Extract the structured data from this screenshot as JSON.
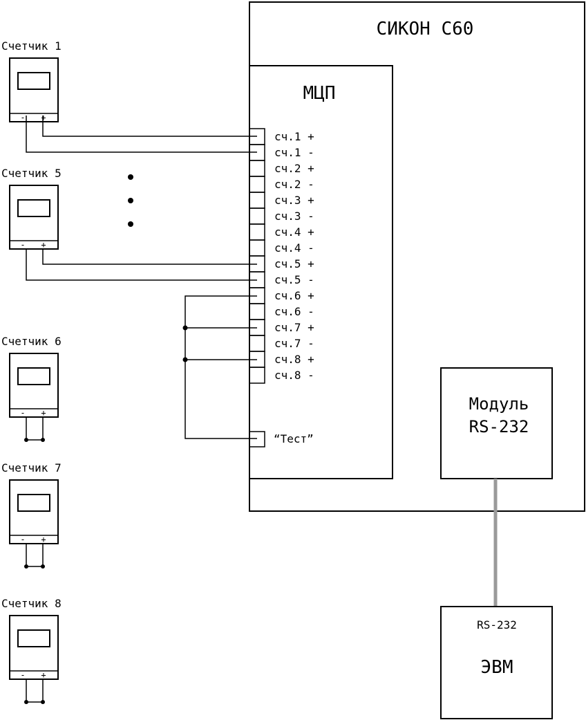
{
  "sikon": {
    "title": "СИКОН С60"
  },
  "mcp": {
    "title": "МЦП",
    "terminals": [
      "сч.1 +",
      "сч.1 -",
      "сч.2 +",
      "сч.2 -",
      "сч.3 +",
      "сч.3 -",
      "сч.4 +",
      "сч.4 -",
      "сч.5 +",
      "сч.5 -",
      "сч.6 +",
      "сч.6 -",
      "сч.7 +",
      "сч.7 -",
      "сч.8 +",
      "сч.8 -"
    ],
    "test_label": "“Тест”"
  },
  "module": {
    "line1": "Модуль",
    "line2": "RS-232"
  },
  "evm": {
    "port": "RS-232",
    "title": "ЭВМ"
  },
  "meters": [
    {
      "label": "Счетчик 1",
      "minus": "-",
      "plus": "+"
    },
    {
      "label": "Счетчик 5",
      "minus": "-",
      "plus": "+"
    },
    {
      "label": "Счетчик 6",
      "minus": "-",
      "plus": "+"
    },
    {
      "label": "Счетчик 7",
      "minus": "-",
      "plus": "+"
    },
    {
      "label": "Счетчик 8",
      "minus": "-",
      "plus": "+"
    }
  ]
}
